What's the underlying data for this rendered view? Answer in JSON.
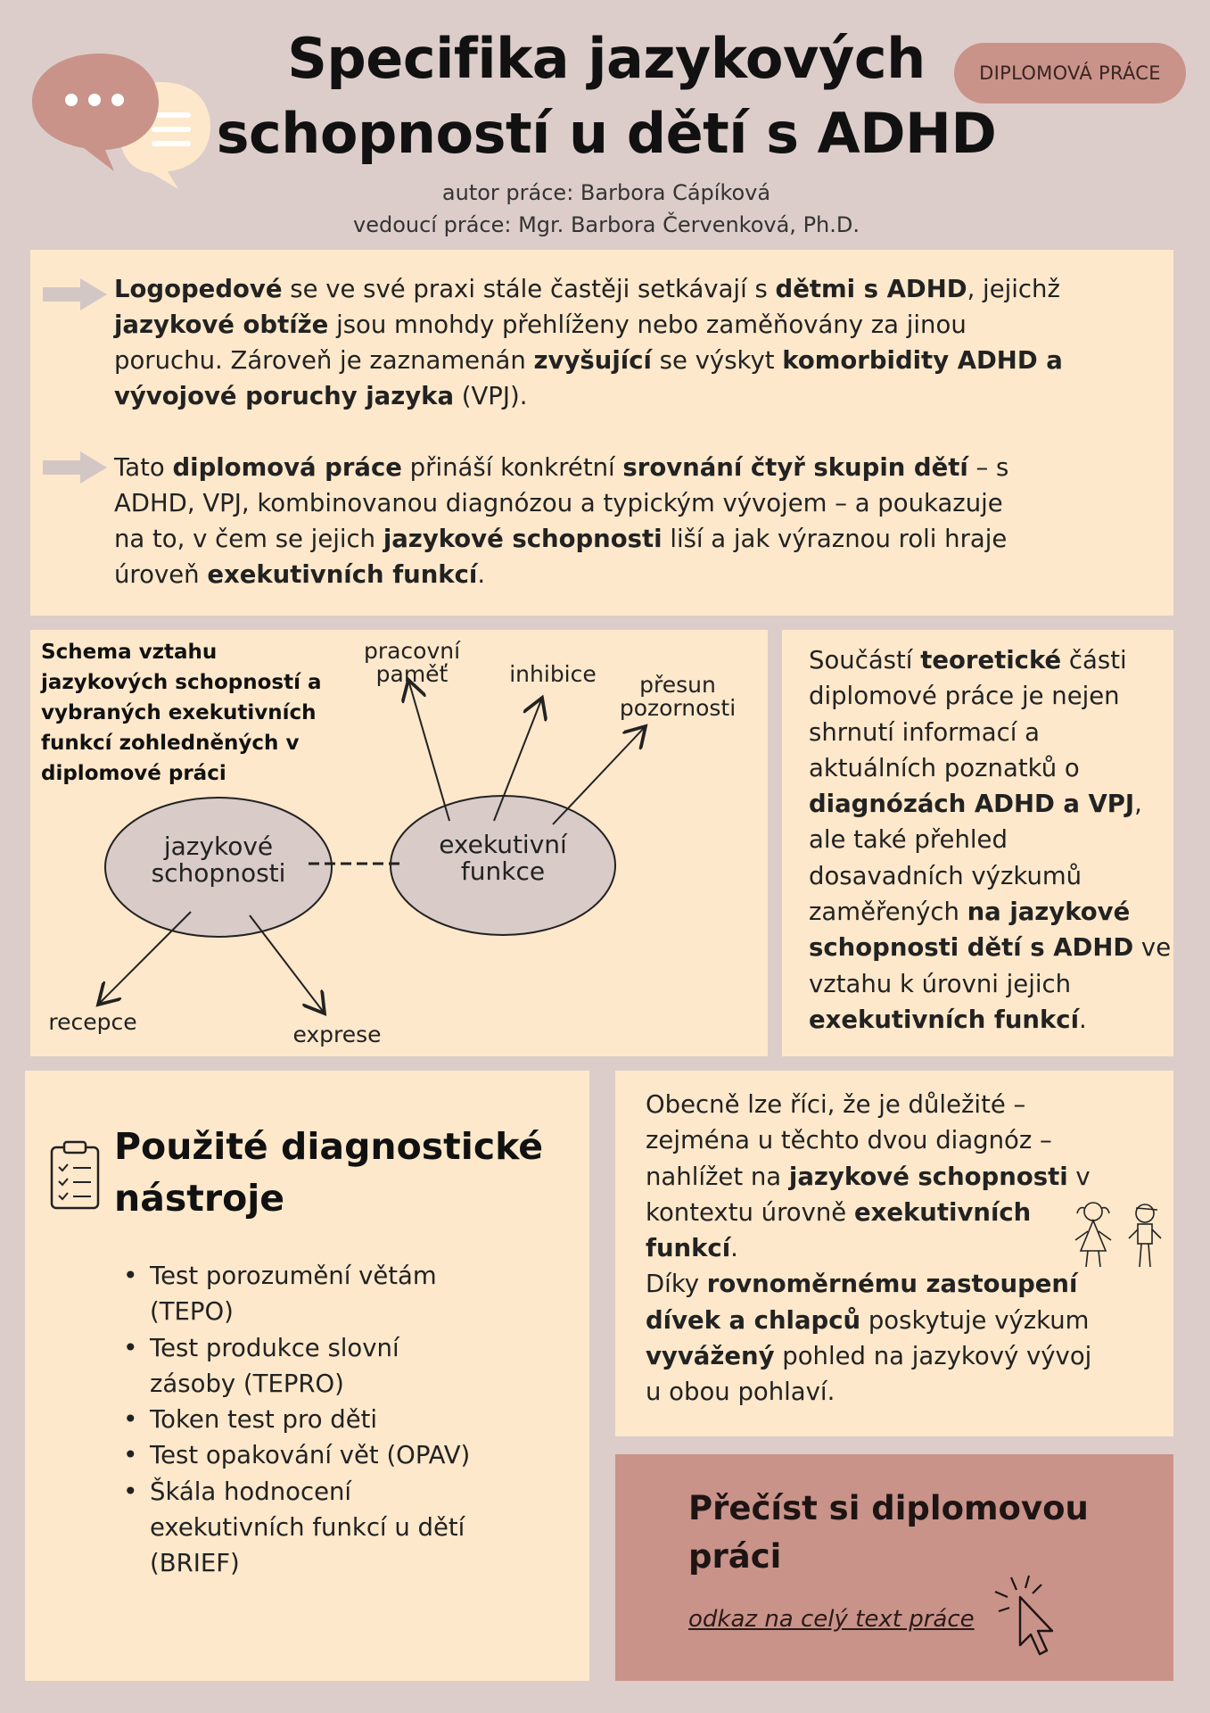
{
  "header": {
    "title_line1": "Specifika jazykových",
    "title_line2": "schopností u dětí s ADHD",
    "author": "autor práce: Barbora Cápíková",
    "supervisor": "vedoucí práce: Mgr. Barbora Červenková, Ph.D.",
    "badge": "DIPLOMOVÁ PRÁCE"
  },
  "intro": {
    "p1": [
      "Logopedové",
      " se ve své praxi stále častěji setkávají s ",
      "dětmi s ADHD",
      ", jejichž",
      "jazykové obtíže",
      " jsou mnohdy přehlíženy nebo zaměňovány za jinou",
      "poruchu. Zároveň je zaznamenán ",
      "zvyšující",
      " se výskyt ",
      "komorbidity ADHD a",
      "vývojové poruchy jazyka",
      " (VPJ)."
    ],
    "p2": [
      "Tato ",
      "diplomová práce",
      " přináší konkrétní ",
      "srovnání čtyř skupin dětí",
      " – s",
      "ADHD, VPJ, kombinovanou diagnózou a typickým vývojem – a poukazuje",
      "na to, v čem se jejich ",
      "jazykové schopnosti",
      " liší a jak výraznou roli hraje",
      "úroveň ",
      "exekutivních funkcí",
      "."
    ]
  },
  "schema": {
    "heading": [
      "Schema vztahu",
      "jazykových schopností a",
      "vybraných exekutivních",
      "funkcí zohledněných v",
      "diplomové práci"
    ],
    "node_left": [
      "jazykové",
      "schopnosti"
    ],
    "node_right": [
      "exekutivní",
      "funkce"
    ],
    "labels": {
      "working_memory": [
        "pracovní",
        "paměť"
      ],
      "inhibition": "inhibice",
      "shift": [
        "přesun",
        "pozornosti"
      ],
      "reception": "recepce",
      "expression": "exprese"
    }
  },
  "theory": {
    "lines": [
      [
        "Součástí ",
        "teoretické",
        " části"
      ],
      [
        "diplomové práce je nejen"
      ],
      [
        "shrnutí informací a"
      ],
      [
        "aktuálních poznatků o"
      ],
      [
        "",
        "diagnózách ADHD a VPJ",
        ","
      ],
      [
        "ale také přehled"
      ],
      [
        "dosavadních výzkumů"
      ],
      [
        "zaměřených ",
        "na jazykové",
        ""
      ],
      [
        "",
        "schopnosti dětí s ADHD",
        " ve"
      ],
      [
        "vztahu k úrovni jejich"
      ],
      [
        "",
        "exekutivních funkcí",
        "."
      ]
    ]
  },
  "tools": {
    "heading": [
      "Použité diagnostické",
      "nástroje"
    ],
    "items": [
      [
        "Test porozumění větám",
        "(TEPO)"
      ],
      [
        "Test produkce slovní",
        "zásoby (TEPRO)"
      ],
      [
        "Token test pro děti"
      ],
      [
        "Test opakování vět (OPAV)"
      ],
      [
        "Škála hodnocení",
        "exekutivních funkcí u dětí",
        "(BRIEF)"
      ]
    ]
  },
  "general": {
    "lines": [
      [
        "Obecně lze říci, že je důležité –"
      ],
      [
        "zejména u těchto dvou diagnóz –"
      ],
      [
        "nahlížet na ",
        "jazykové schopnosti",
        " v"
      ],
      [
        "kontextu úrovně ",
        "exekutivních",
        ""
      ],
      [
        "",
        "funkcí",
        "."
      ],
      [
        "Díky ",
        "rovnoměrnému zastoupení",
        ""
      ],
      [
        "",
        "dívek a chlapců",
        " poskytuje výzkum"
      ],
      [
        "",
        "vyvážený",
        " pohled na jazykový vývoj"
      ],
      [
        "u obou pohlaví."
      ]
    ]
  },
  "read": {
    "heading": [
      "Přečíst si diplomovou",
      "práci"
    ],
    "link": "odkaz na celý text práce"
  },
  "colors": {
    "background": "#dccdca",
    "panel": "#fde8cb",
    "accent": "#c9938a",
    "ellipse": "#d9cbc8"
  },
  "icons": [
    "speech-bubbles-icon",
    "arrow-right-icon",
    "clipboard-checklist-icon",
    "children-icon",
    "cursor-click-icon"
  ]
}
